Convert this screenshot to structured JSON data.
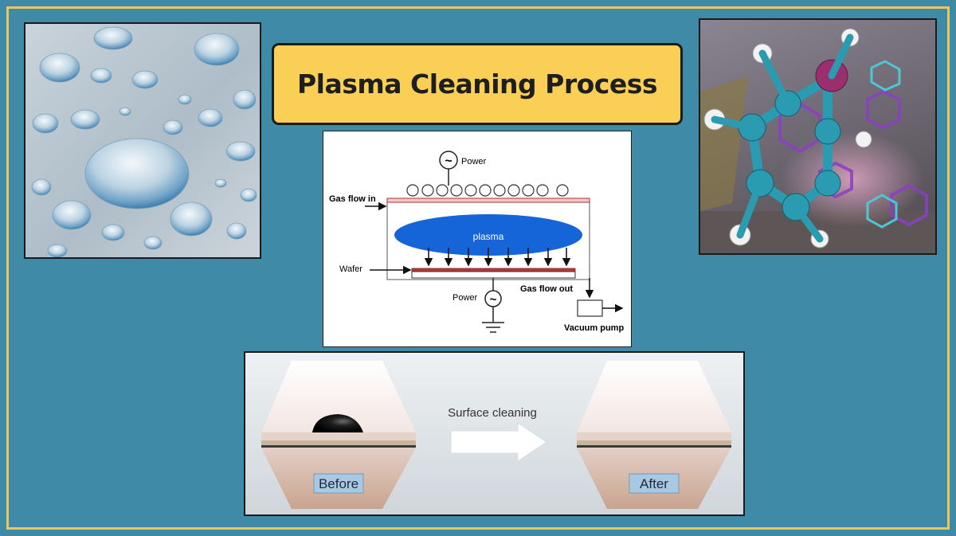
{
  "title": "Plasma Cleaning Process",
  "diagram": {
    "power_top": "Power",
    "gas_flow_in": "Gas flow in",
    "plasma": "plasma",
    "wafer": "Wafer",
    "power_bottom": "Power",
    "gas_flow_out": "Gas flow out",
    "vacuum_pump": "Vacuum pump",
    "ac_symbol": "~"
  },
  "comparison": {
    "process": "Surface cleaning",
    "before": "Before",
    "after": "After"
  },
  "colors": {
    "background": "#3f8aa6",
    "frame": "#e9c75a",
    "title_box": "#f9cf55",
    "plasma": "#1565d8",
    "plate": "#b53a3a"
  }
}
